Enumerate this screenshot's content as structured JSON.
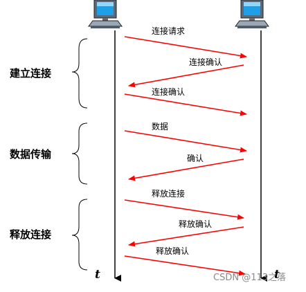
{
  "phases": [
    {
      "label": "建立连接"
    },
    {
      "label": "数据传输"
    },
    {
      "label": "释放连接"
    }
  ],
  "messages": [
    {
      "label": "连接请求",
      "direction": "right"
    },
    {
      "label": "连接确认",
      "direction": "left"
    },
    {
      "label": "连接确认",
      "direction": "right"
    },
    {
      "label": "数据",
      "direction": "right"
    },
    {
      "label": "确认",
      "direction": "left"
    },
    {
      "label": "释放连接",
      "direction": "right"
    },
    {
      "label": "释放确认",
      "direction": "left"
    },
    {
      "label": "释放确认",
      "direction": "right"
    }
  ],
  "timeline_label": "t",
  "watermark": "CSDN @113之落",
  "colors": {
    "arrow": "#ff0000",
    "line": "#000000",
    "text": "#000000"
  },
  "icons": [
    "computer-icon",
    "computer-icon"
  ]
}
